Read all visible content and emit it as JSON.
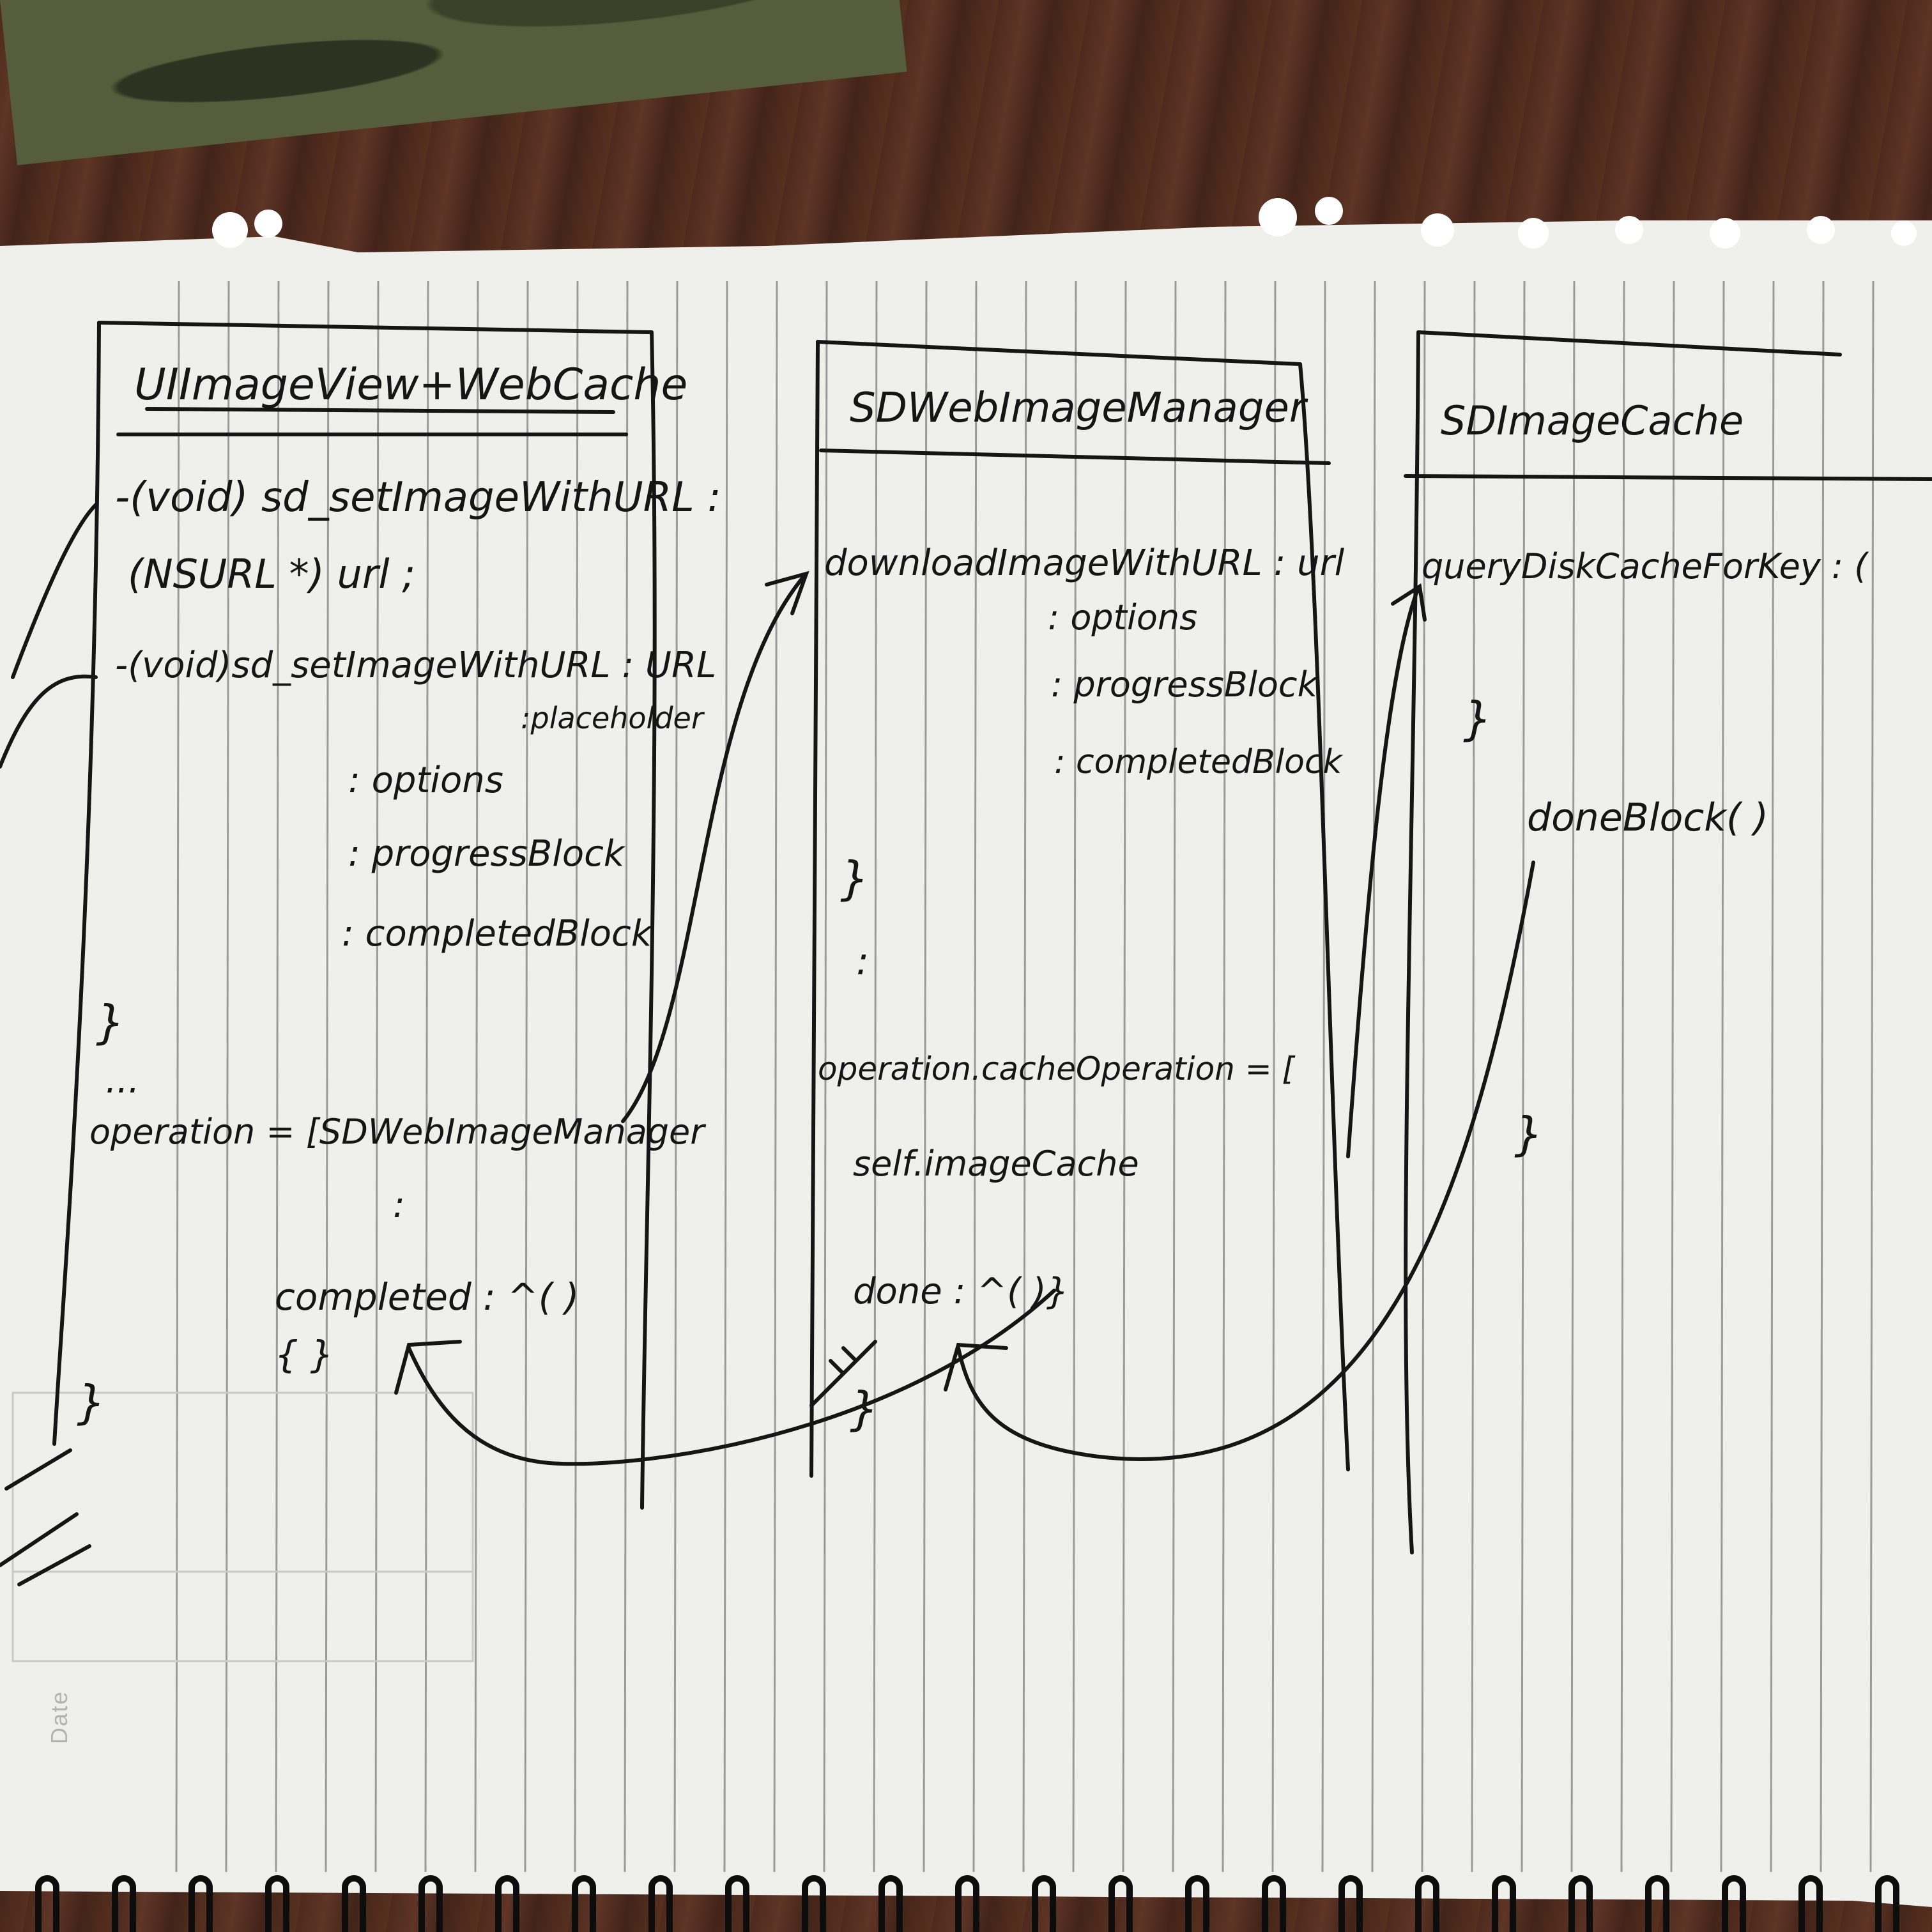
{
  "page": {
    "date_label": "Date"
  },
  "diagram": {
    "boxes": [
      {
        "title": "UIImageView+WebCache",
        "lines": [
          "-(void) sd_setImageWithURL :",
          "(NSURL *) url ;",
          "-(void)sd_setImageWithURL : URL",
          ":placeholder",
          ": options",
          ": progressBlock",
          ": completedBlock",
          "}",
          "...",
          "operation = [SDWebImageManager",
          ":",
          "completed : ^(      )",
          "{ }",
          "}"
        ]
      },
      {
        "title": "SDWebImageManager",
        "lines": [
          "downloadImageWithURL : url",
          ": options",
          ": progressBlock",
          ": completedBlock",
          "}",
          ":",
          "operation.cacheOperation = [",
          "self.imageCache",
          "done : ^(      )}",
          "}"
        ]
      },
      {
        "title": "SDImageCache",
        "lines": [
          "queryDiskCacheForKey : (",
          "}",
          "doneBlock(      )",
          "}"
        ]
      }
    ]
  },
  "colors": {
    "paper": "#efefec",
    "ink": "#151515",
    "rule": "#9a9a98",
    "background": "#4a2a20"
  }
}
